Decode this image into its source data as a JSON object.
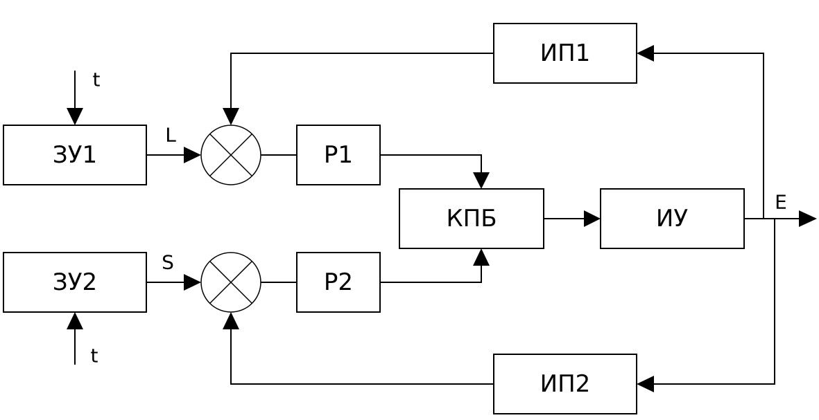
{
  "blocks": {
    "zu1": "ЗУ1",
    "zu2": "ЗУ2",
    "r1": "Р1",
    "r2": "Р2",
    "kpb": "КПБ",
    "iu": "ИУ",
    "ip1": "ИП1",
    "ip2": "ИП2"
  },
  "signals": {
    "t_top": "t",
    "t_bottom": "t",
    "L": "L",
    "S": "S",
    "E": "E"
  }
}
